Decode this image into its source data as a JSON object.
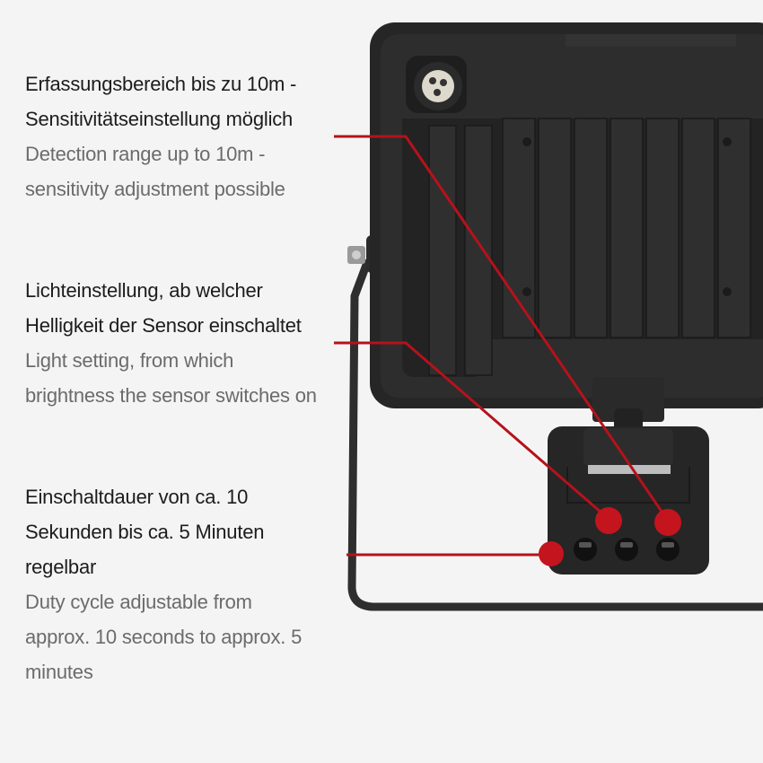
{
  "annotations": [
    {
      "de_lines": [
        "Erfassungsbereich bis zu 10m -",
        "Sensitivitätseinstellung möglich"
      ],
      "en_lines": [
        "Detection range up to 10m -",
        "sensitivity adjustment possible"
      ]
    },
    {
      "de_lines": [
        "Lichteinstellung, ab welcher",
        "Helligkeit der Sensor einschaltet"
      ],
      "en_lines": [
        "Light setting, from which",
        "brightness the sensor switches on"
      ]
    },
    {
      "de_lines": [
        "Einschaltdauer von ca. 10",
        "Sekunden bis ca. 5 Minuten",
        "regelbar"
      ],
      "en_lines": [
        "Duty cycle adjustable from",
        "approx. 10 seconds to approx. 5",
        "minutes"
      ]
    }
  ],
  "colors": {
    "background": "#f4f4f4",
    "housing": "#2a2a2a",
    "housing_dark": "#1f1f1f",
    "callout": "#b5121b"
  },
  "icons": [
    "floodlight-housing-icon",
    "cable-gland-icon",
    "mounting-bracket-icon",
    "sensor-control-knob-icon"
  ]
}
